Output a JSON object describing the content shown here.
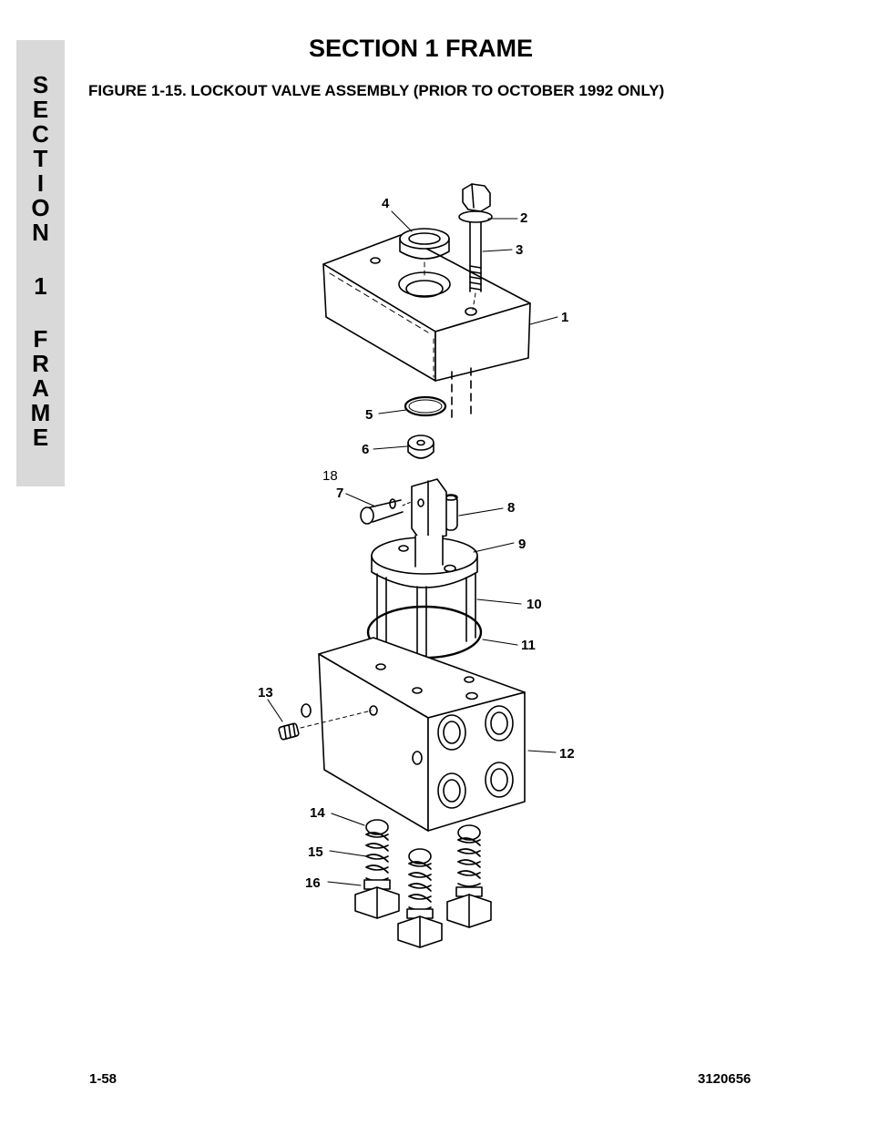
{
  "header": {
    "section_title": "SECTION 1  FRAME",
    "figure_title": "FIGURE 1-15.  LOCKOUT VALVE ASSEMBLY (PRIOR TO OCTOBER 1992 ONLY)"
  },
  "side_tab": {
    "letters": [
      "S",
      "E",
      "C",
      "T",
      "I",
      "O",
      "N",
      "",
      "1",
      "",
      "F",
      "R",
      "A",
      "M",
      "E"
    ]
  },
  "callouts": {
    "c1": "1",
    "c2": "2",
    "c3": "3",
    "c4": "4",
    "c5": "5",
    "c6": "6",
    "c7": "7",
    "c8": "8",
    "c9": "9",
    "c10": "10",
    "c11": "11",
    "c12": "12",
    "c13": "13",
    "c14": "14",
    "c15": "15",
    "c16": "16",
    "c18": "18"
  },
  "footer": {
    "page_number": "1-58",
    "document_number": "3120656"
  }
}
